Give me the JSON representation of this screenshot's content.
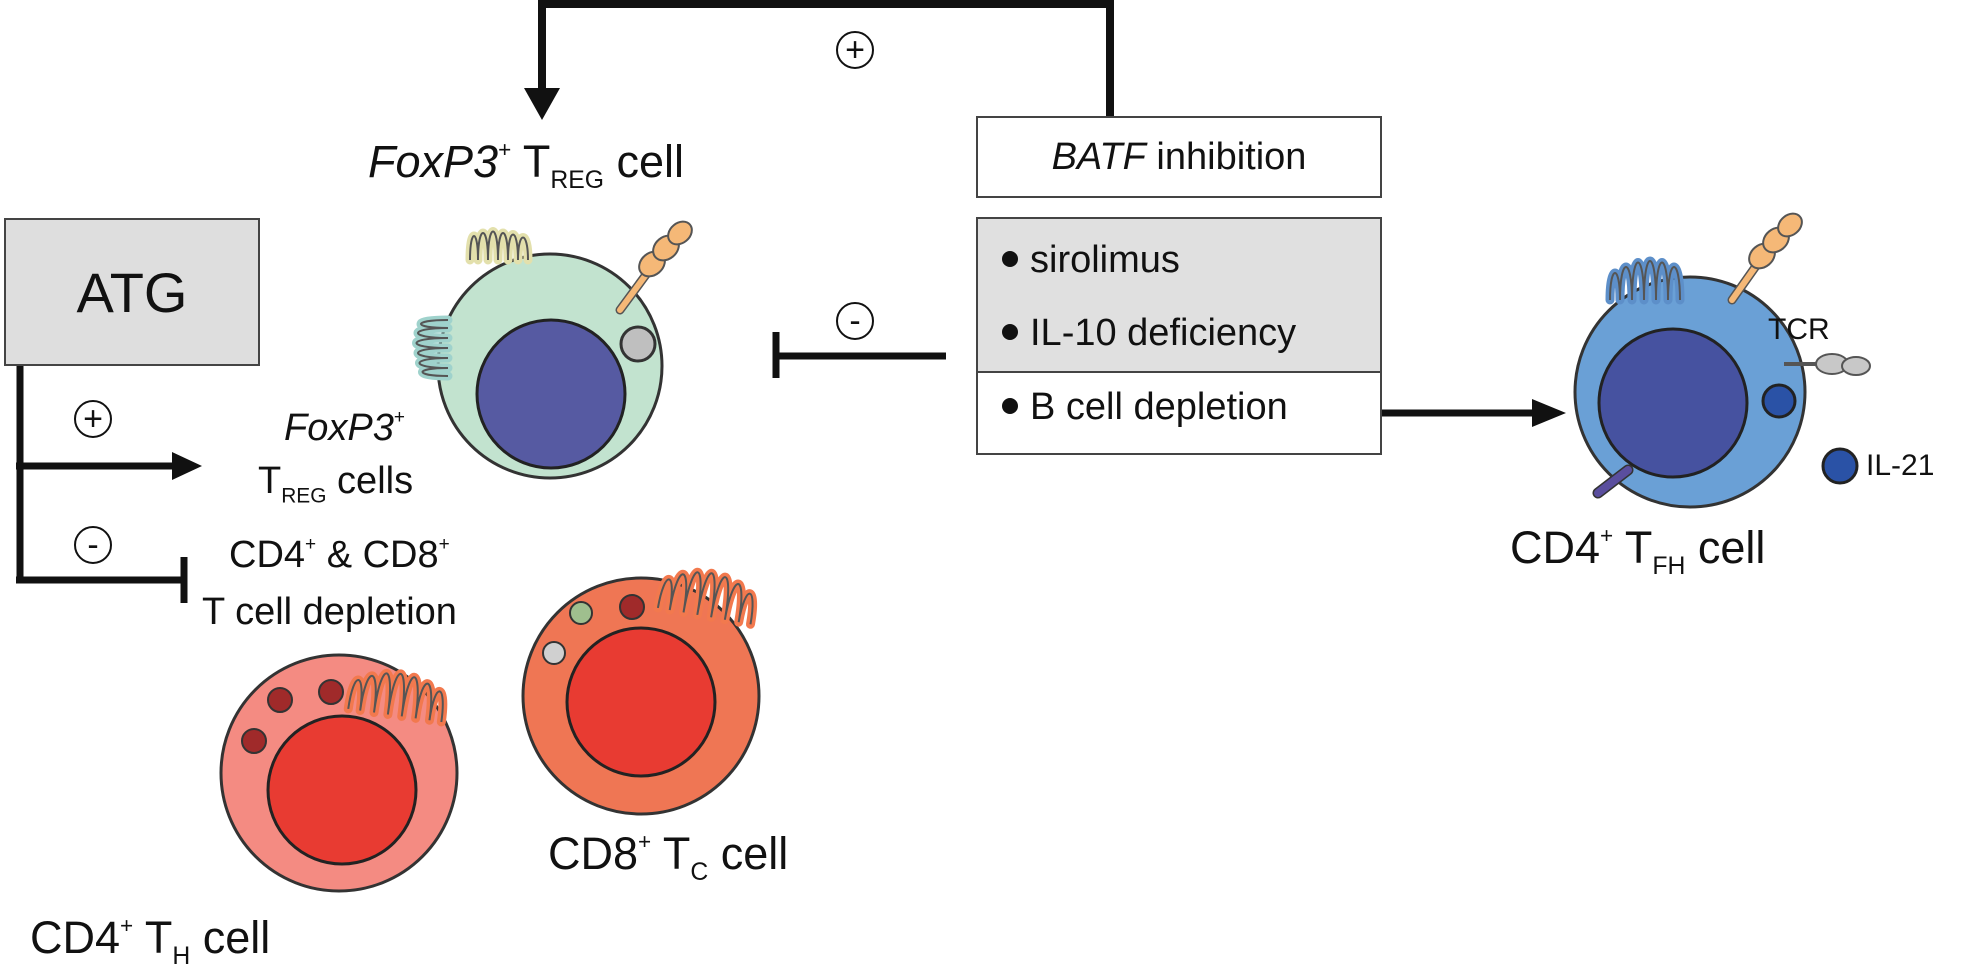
{
  "atg": {
    "label": "ATG"
  },
  "batf": {
    "italic": "BATF",
    "rest": " inhibition"
  },
  "list": {
    "items": [
      "sirolimus",
      "IL-10 deficiency",
      "B cell depletion"
    ]
  },
  "signs": {
    "top_feedback": "+",
    "inhibit_treg": "-",
    "atg_plus": "+",
    "atg_minus": "-"
  },
  "treg_cell_label": {
    "gene": "FoxP3",
    "sup": "+",
    "t": " T",
    "sub": "REG",
    "rest": " cell"
  },
  "treg_cells_label": {
    "gene": "FoxP3",
    "sup": "+",
    "t": "T",
    "sub": "REG",
    "rest": " cells"
  },
  "depletion_label": {
    "a": "CD4",
    "a_sup": "+",
    "mid": " & CD8",
    "b_sup": "+",
    "line2": "T cell depletion"
  },
  "th_cell_label": {
    "a": "CD4",
    "sup": "+",
    "t": " T",
    "sub": "H",
    "rest": " cell"
  },
  "tc_cell_label": {
    "a": "CD8",
    "sup": "+",
    "t": " T",
    "sub": "C",
    "rest": " cell"
  },
  "tfh_cell_label": {
    "a": "CD4",
    "sup": "+",
    "t": " T",
    "sub": "FH",
    "rest": " cell"
  },
  "tcr_label": "TCR",
  "il21_label": "IL-21",
  "colors": {
    "treg_body": "#c2e3cf",
    "treg_nucleus": "#565aa2",
    "th_body": "#f48b82",
    "th_nucleus": "#e83b32",
    "tc_body": "#ef7654",
    "tc_nucleus": "#e83b32",
    "tfh_body": "#6aa0d6",
    "tfh_nucleus": "#4652a0",
    "box_gray": "#dedede"
  }
}
